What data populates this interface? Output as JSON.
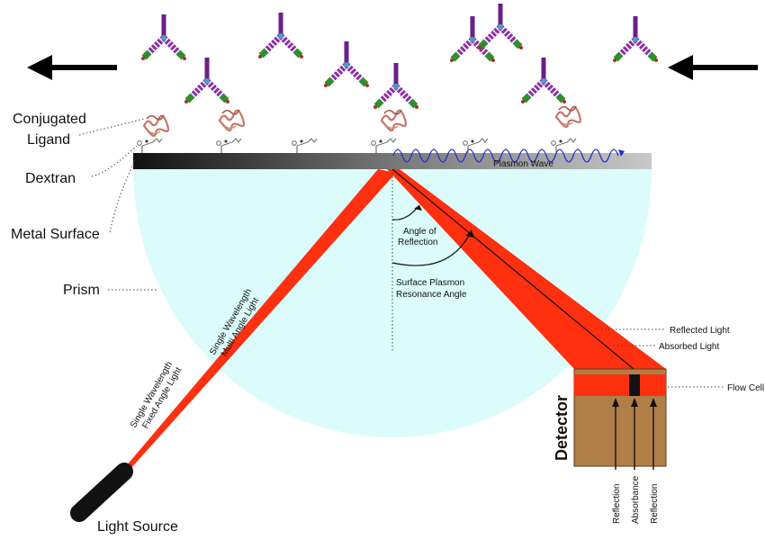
{
  "labels": {
    "conjugated_ligand_1": "Conjugated",
    "conjugated_ligand_2": "Ligand",
    "dextran": "Dextran",
    "metal_surface": "Metal Surface",
    "prism": "Prism",
    "light_source": "Light Source",
    "plasmon_wave": "Plasmon Wave",
    "angle_of_reflection_1": "Angle of",
    "angle_of_reflection_2": "Reflection",
    "spr_angle_1": "Surface Plasmon",
    "spr_angle_2": "Resonance Angle",
    "multi_angle_1": "Single Wavelength",
    "multi_angle_2": "Multi Angle Light",
    "fixed_angle_1": "Single Wavelength",
    "fixed_angle_2": "Fixed Angle Light",
    "reflected_light": "Reflected Light",
    "absorbed_light": "Absorbed Light",
    "flow_cell": "Flow Cell",
    "detector": "Detector",
    "reflection_left": "Reflection",
    "absorbance": "Absorbance",
    "reflection_right": "Reflection"
  },
  "colors": {
    "beam": "#ff3010",
    "prism": "#dcfcfc",
    "detector": "#b07f48",
    "antibody_arm": "#8c2fa8",
    "antibody_tip": "#2f8f2f",
    "ligand": "#c4776a",
    "wave": "#2233cc"
  },
  "icons": [
    "left-arrow-icon",
    "antibody-icon",
    "ligand-icon",
    "dextran-icon",
    "light-source-icon"
  ]
}
